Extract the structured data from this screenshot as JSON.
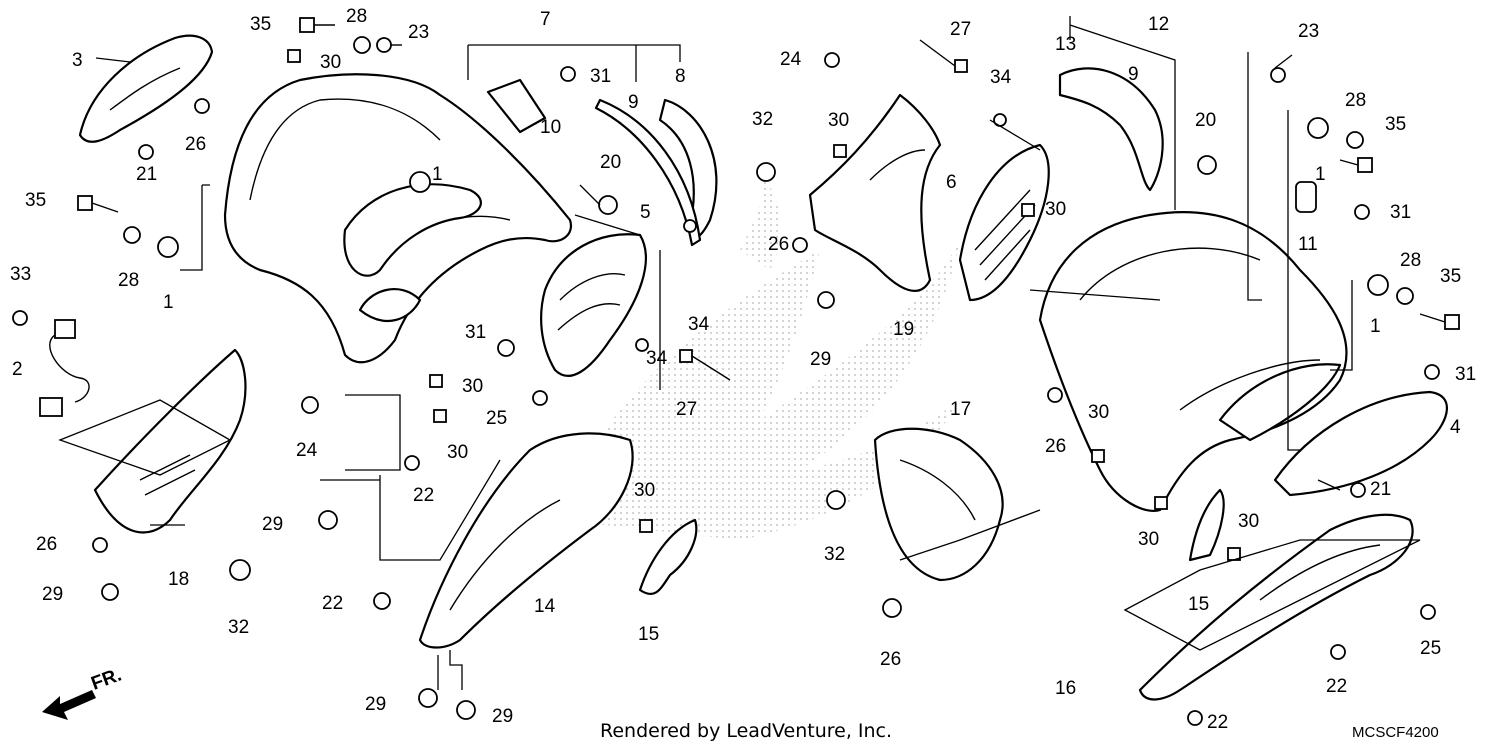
{
  "footer": {
    "credit": "Rendered by LeadVenture, Inc.",
    "code": "MCSCF4200"
  },
  "direction": {
    "label": "FR."
  },
  "callouts": [
    "1",
    "2",
    "3",
    "4",
    "5",
    "6",
    "7",
    "8",
    "9",
    "10",
    "11",
    "12",
    "13",
    "14",
    "15",
    "16",
    "17",
    "18",
    "19",
    "20",
    "21",
    "22",
    "23",
    "24",
    "25",
    "26",
    "27",
    "28",
    "29",
    "30",
    "31",
    "32",
    "33",
    "34",
    "35"
  ],
  "colors": {
    "line": "#000000",
    "background": "#ffffff",
    "watermark": "#d9d9d9"
  }
}
